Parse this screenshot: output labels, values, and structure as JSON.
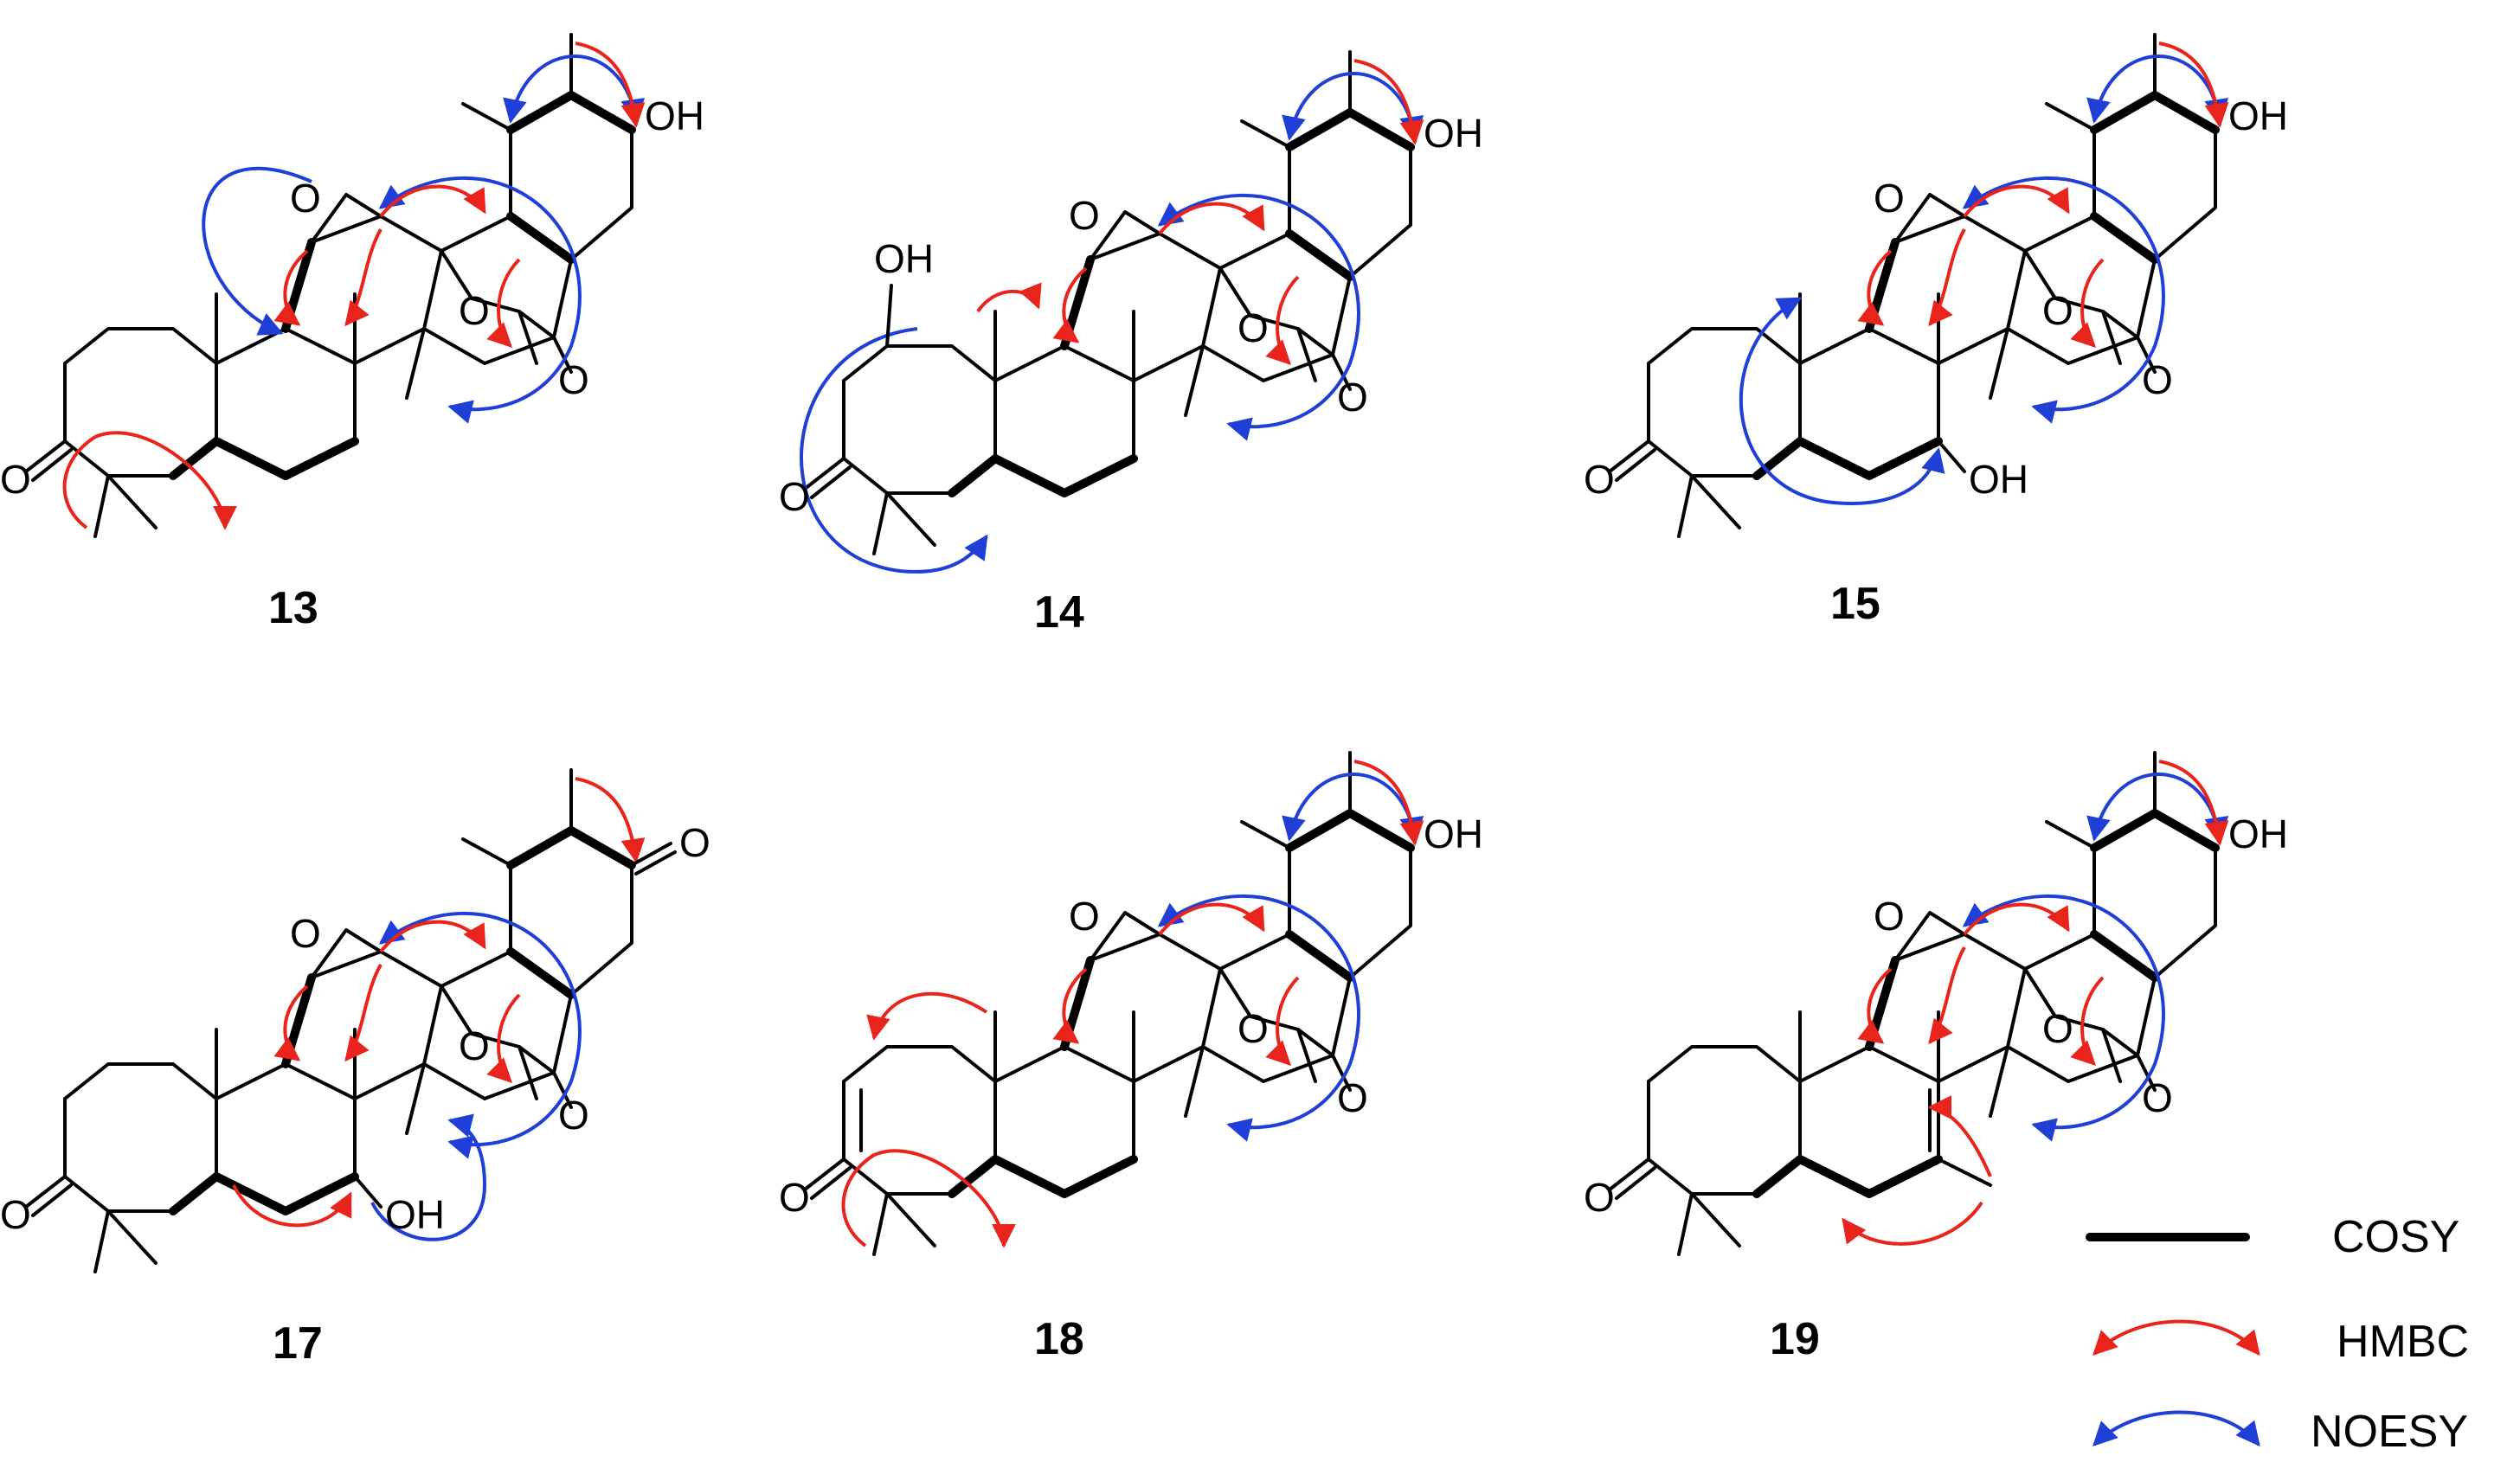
{
  "compounds": [
    {
      "label": "13",
      "substituents": [
        "OH",
        "O",
        "O",
        "O",
        "O"
      ]
    },
    {
      "label": "14",
      "substituents": [
        "OH",
        "OH",
        "O",
        "O",
        "O",
        "O"
      ]
    },
    {
      "label": "15",
      "substituents": [
        "OH",
        "OH",
        "O",
        "O",
        "O",
        "O"
      ]
    },
    {
      "label": "17",
      "substituents": [
        "O",
        "OH",
        "O",
        "O",
        "O",
        "O"
      ]
    },
    {
      "label": "18",
      "substituents": [
        "OH",
        "O",
        "O",
        "O",
        "O"
      ]
    },
    {
      "label": "19",
      "substituents": [
        "OH",
        "O",
        "O",
        "O",
        "O"
      ]
    }
  ],
  "legend": {
    "cosy": "COSY",
    "hmbc": "HMBC",
    "noesy": "NOESY"
  },
  "colors": {
    "hmbc": "#e8241c",
    "noesy": "#1f3fd6",
    "bond": "#000000"
  }
}
